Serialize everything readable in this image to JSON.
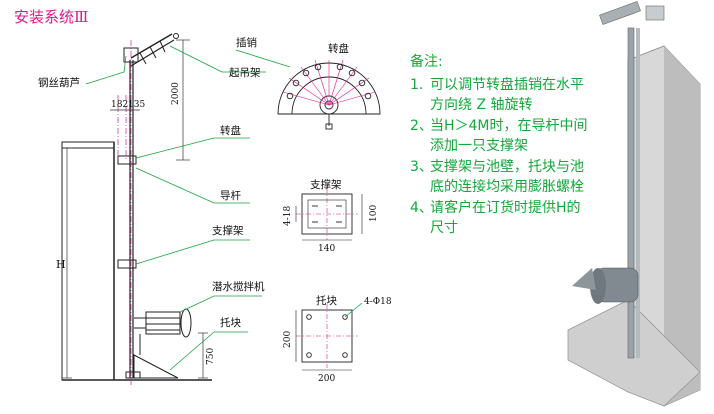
{
  "title": "安装系统Ⅲ",
  "labels": {
    "wire_rope": "钢丝葫芦",
    "pin": "插销",
    "turntable_title": "转盘",
    "lift_frame": "起吊架",
    "turntable": "转盘",
    "guide_rod": "导杆",
    "support_frame": "支撑架",
    "mixer": "潜水搅拌机",
    "bracket": "托块",
    "support_frame_title": "支撑架",
    "bracket_title": "托块"
  },
  "dims": {
    "d2000": "2000",
    "d182": "182",
    "d135": "135",
    "dH": "H",
    "d750": "750",
    "d4_18": "4-18",
    "d100": "100",
    "d140": "140",
    "d200v": "200",
    "d200h": "200",
    "d4phi18": "4-Φ18"
  },
  "notes": {
    "heading": "备注:",
    "items": [
      {
        "num": "1.",
        "text": "可以调节转盘插销在水平方向绕 Z 轴旋转"
      },
      {
        "num": "2、",
        "text": "当H＞4M时，在导杆中间添加一只支撑架"
      },
      {
        "num": "3、",
        "text": "支撑架与池壁，托块与池底的连接均采用膨胀螺栓"
      },
      {
        "num": "4、",
        "text": "请客户在订货时提供H的尺寸"
      }
    ]
  },
  "colors": {
    "title": "#e0198c",
    "notes": "#13a83a",
    "leader": "#17a33c",
    "centerline": "#e0198c",
    "dimension": "#e0198c"
  }
}
